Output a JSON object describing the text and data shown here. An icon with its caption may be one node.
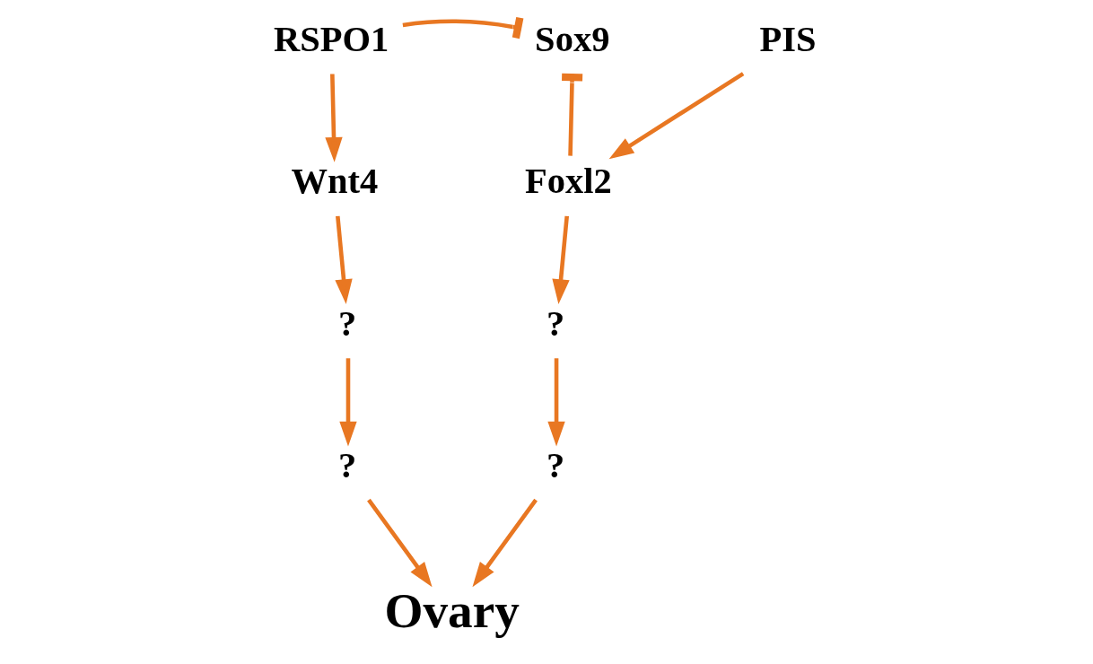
{
  "diagram": {
    "nodes": [
      {
        "text": [
          "RSPO1"
        ]
      },
      {
        "text": [
          "Sox9"
        ]
      },
      {
        "text": [
          "PIS"
        ]
      },
      {
        "text": [
          "Wnt4"
        ]
      },
      {
        "text": [
          "Foxl2"
        ]
      },
      {
        "text": [
          "?"
        ]
      },
      {
        "text": [
          "?"
        ]
      },
      {
        "text": [
          "?"
        ]
      },
      {
        "text": [
          "?"
        ]
      },
      {
        "text": [
          "Ovary"
        ]
      }
    ],
    "edges": [
      {
        "from": 0,
        "to": 1,
        "arrow": "other"
      },
      {
        "from": 4,
        "to": 1,
        "arrow": "other"
      },
      {
        "from": 0,
        "to": 3,
        "arrow": "to"
      },
      {
        "from": 2,
        "to": 4,
        "arrow": "to"
      },
      {
        "from": 3,
        "to": 5,
        "arrow": "to"
      },
      {
        "from": 4,
        "to": 6,
        "arrow": "to"
      },
      {
        "from": 5,
        "to": 7,
        "arrow": "to"
      },
      {
        "from": 6,
        "to": 8,
        "arrow": "to"
      },
      {
        "from": 7,
        "to": 9,
        "arrow": "to"
      },
      {
        "from": 8,
        "to": 9,
        "arrow": "to"
      }
    ]
  }
}
